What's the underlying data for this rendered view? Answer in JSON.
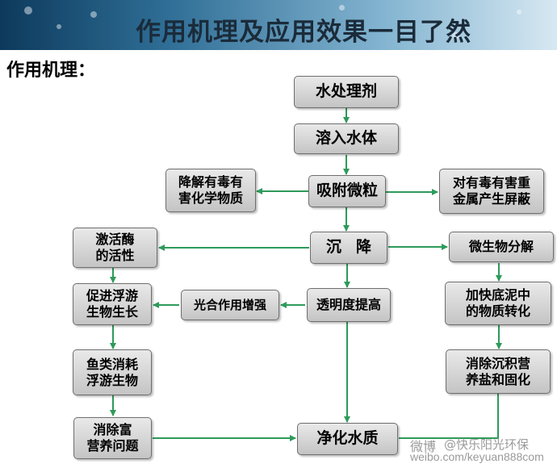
{
  "header": {
    "title": "作用机理及应用效果一目了然"
  },
  "section_label": "作用机理：",
  "nodes": {
    "water_treatment_agent": "水处理剂",
    "dissolve_in_water": "溶入水体",
    "adsorb_particles": "吸附微粒",
    "degrade_toxic": "降解有毒有害化学物质",
    "shield_heavy_metals": "对有毒有害重金属产生屏蔽",
    "sedimentation": "沉降",
    "activate_enzyme": "激活酶的活性",
    "microbial_decomposition": "微生物分解",
    "transparency_up": "透明度提高",
    "photosynthesis_up": "光合作用增强",
    "promote_plankton": "促进浮游生物生长",
    "sludge_conversion": "加快底泥中的物质转化",
    "fish_consume": "鱼类消耗浮游生物",
    "eliminate_sediment_nutrients": "消除沉积营养盐和固化",
    "eliminate_eutrophication": "消除富营养问题",
    "purify_water": "净化水质"
  },
  "node_lines": {
    "degrade_toxic": [
      "降解有毒有",
      "害化学物质"
    ],
    "shield_heavy_metals": [
      "对有毒有害重",
      "金属产生屏蔽"
    ],
    "activate_enzyme": [
      "激活酶",
      "的活性"
    ],
    "promote_plankton": [
      "促进浮游",
      "生物生长"
    ],
    "sludge_conversion": [
      "加快底泥中",
      "的物质转化"
    ],
    "fish_consume": [
      "鱼类消耗",
      "浮游生物"
    ],
    "eliminate_sediment_nutrients": [
      "消除沉积营",
      "养盐和固化"
    ],
    "eliminate_eutrophication": [
      "消除富",
      "营养问题"
    ]
  },
  "colors": {
    "arrow": "#2e9a5a",
    "node_border": "#6e6e6e"
  },
  "watermark": {
    "logo": "微博",
    "name": "@快乐阳光环保",
    "url": "weibo.com/keyuan888com"
  }
}
